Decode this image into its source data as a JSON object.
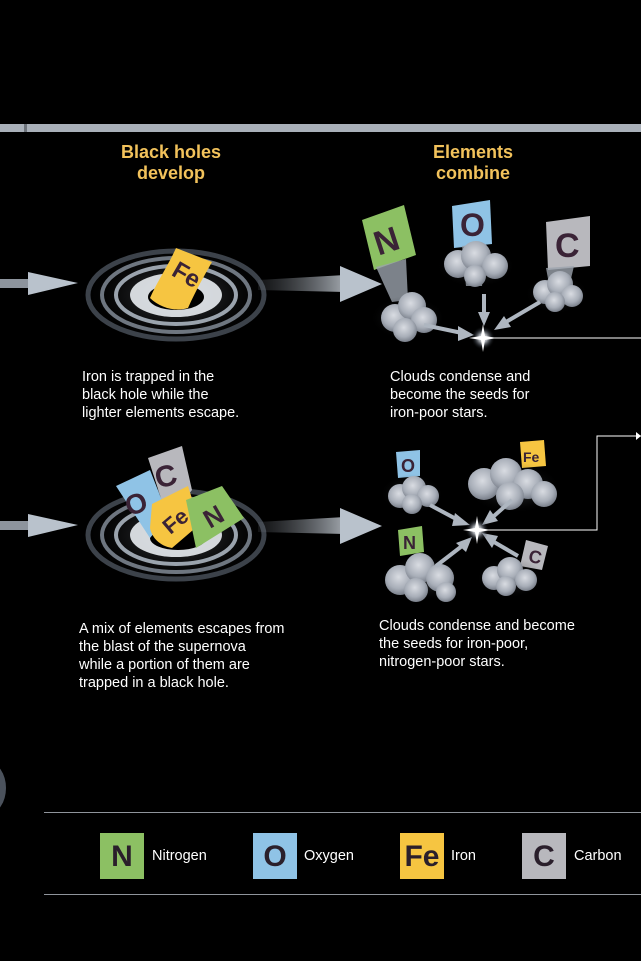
{
  "columns": {
    "black_holes_title": "Black holes\ndevelop",
    "elements_title": "Elements\ncombine"
  },
  "captions": {
    "row1_black_hole": "Iron is trapped in the\nblack hole while the\nlighter elements escape.",
    "row1_clouds": "Clouds condense and\nbecome the seeds for\niron-poor stars.",
    "row2_black_hole": "A mix of elements escapes from\nthe blast of the supernova\nwhile a portion of them are\ntrapped in a black hole.",
    "row2_clouds": "Clouds condense and become\nthe seeds for iron-poor,\nnitrogen-poor stars."
  },
  "tiles": {
    "nitrogen": "N",
    "oxygen": "O",
    "iron": "Fe",
    "carbon": "C"
  },
  "legend": [
    {
      "symbol": "N",
      "label": "Nitrogen",
      "color": "#8cc063"
    },
    {
      "symbol": "O",
      "label": "Oxygen",
      "color": "#8fc3e6"
    },
    {
      "symbol": "Fe",
      "label": "Iron",
      "color": "#f6c541"
    },
    {
      "symbol": "C",
      "label": "Carbon",
      "color": "#b8b8bd"
    }
  ],
  "colors": {
    "title": "#f2c25b",
    "arrow": "#b9c2cc",
    "divider": "#a9b0b9"
  }
}
